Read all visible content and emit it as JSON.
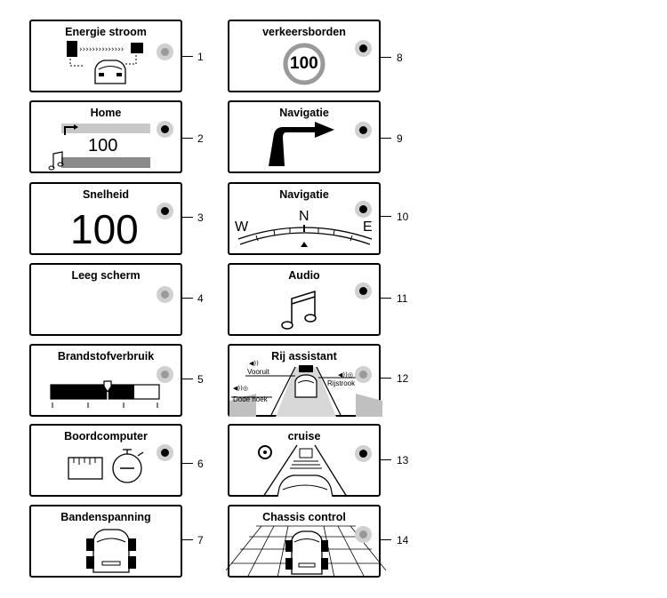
{
  "panels": [
    {
      "title": "Energie stroom",
      "number": "1"
    },
    {
      "title": "Home",
      "number": "2",
      "value": "100"
    },
    {
      "title": "Snelheid",
      "number": "3",
      "value": "100"
    },
    {
      "title": "Leeg scherm",
      "number": "4"
    },
    {
      "title": "Brandstofverbruik",
      "number": "5"
    },
    {
      "title": "Boordcomputer",
      "number": "6"
    },
    {
      "title": "Bandenspanning",
      "number": "7"
    },
    {
      "title": "verkeersborden",
      "number": "8",
      "value": "100"
    },
    {
      "title": "Navigatie",
      "number": "9"
    },
    {
      "title": "Navigatie",
      "number": "10",
      "compass": [
        "W",
        "N",
        "E"
      ]
    },
    {
      "title": "Audio",
      "number": "11"
    },
    {
      "title": "Rij assistant",
      "number": "12",
      "labels": [
        "Vooruit",
        "Rijstrook",
        "Dode hoek"
      ]
    },
    {
      "title": "cruise",
      "number": "13"
    },
    {
      "title": "Chassis control",
      "number": "14"
    }
  ]
}
